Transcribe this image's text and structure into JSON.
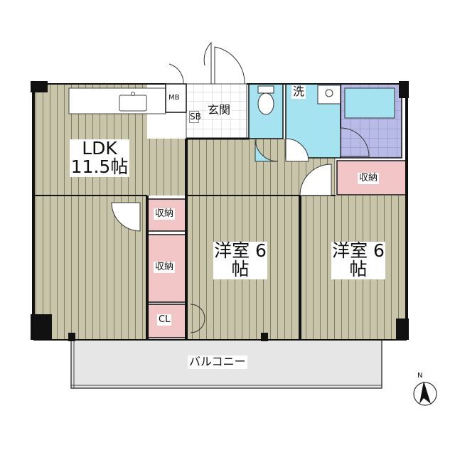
{
  "rooms": {
    "ldk": {
      "name": "LDK",
      "size": "11.5帖"
    },
    "western_room_1": {
      "name": "洋室",
      "size": "6帖"
    },
    "western_room_2": {
      "name": "洋室",
      "size": "6帖"
    },
    "entrance": {
      "name": "玄関"
    },
    "laundry": {
      "name": "洗"
    },
    "balcony": {
      "name": "バルコニー"
    },
    "storage_top_right": {
      "name": "収納"
    },
    "storage_small": {
      "name": "収納"
    },
    "storage_mid": {
      "name": "収納"
    },
    "closet": {
      "name": "CL"
    },
    "meter_box": {
      "name": "MB"
    },
    "shoe_box": {
      "name": "SB"
    }
  },
  "compass": {
    "label": "N",
    "icon": "north-arrow-icon"
  },
  "colors": {
    "wood_floor": "#c9c5aa",
    "wood_line": "#7f7c62",
    "wet_area": "#a6e3f0",
    "bath_tile": "#b8bbe6",
    "storage": "#f2c6c6",
    "balcony": "#e6e6e6",
    "wall": "#111111"
  }
}
